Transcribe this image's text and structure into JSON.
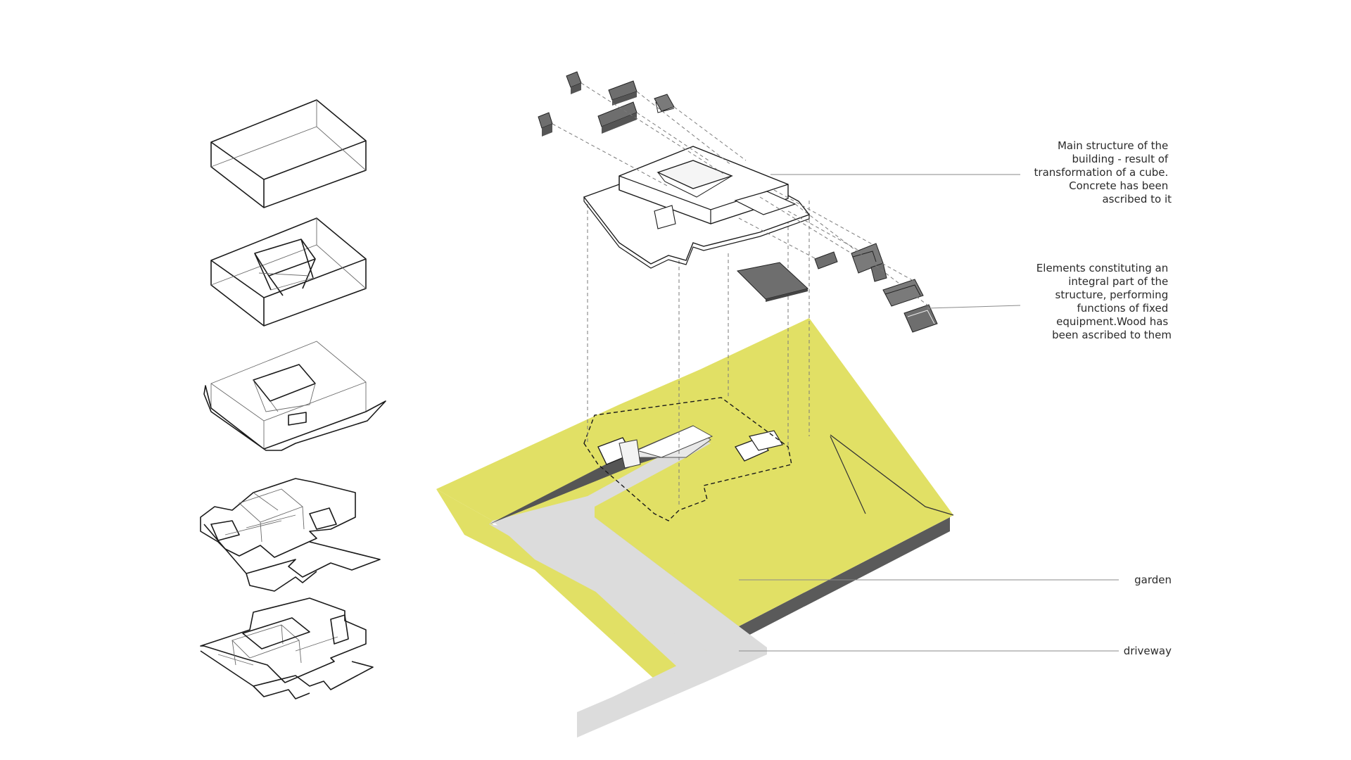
{
  "labels": {
    "main_structure": [
      "Main structure of the",
      "building - result of",
      "transformation of a cube.",
      "Concrete has been",
      "ascribed to it"
    ],
    "elements": [
      "Elements constituting an",
      "integral part of the",
      "structure, performing",
      "functions of fixed",
      "equipment.Wood has",
      "been ascribed to them"
    ],
    "garden": "garden",
    "driveway": "driveway"
  },
  "colors": {
    "garden": "#e1e065",
    "driveway": "#dcdcdc",
    "concrete": "#ffffff",
    "wood": "#6e6e6e",
    "slab_edge": "#5a5a5a"
  }
}
